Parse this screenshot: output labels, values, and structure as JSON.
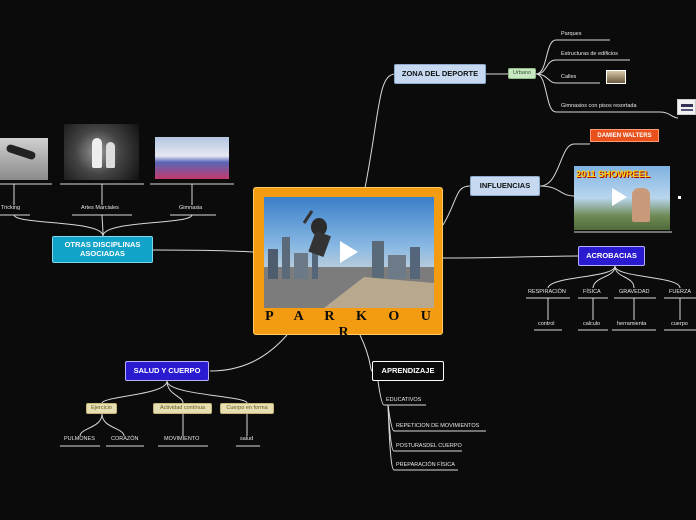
{
  "center": {
    "title": "P A R K O U R"
  },
  "zona": {
    "title": "ZONA DEL DEPORTE",
    "tag": "Urbano",
    "items": [
      "Parques",
      "Estructuras de edificios",
      "Calles",
      "Gimnasios con pisos resortada"
    ]
  },
  "influencias": {
    "title": "INFLUENCIAS",
    "name_tag": "DAMIEN WALTERS",
    "video_label": "2011 SHOWREEL"
  },
  "acrobacias": {
    "title": "ACROBACIAS",
    "columns": [
      {
        "top": "RESPIRACIÓN",
        "bottom": "control"
      },
      {
        "top": "FÍSICA",
        "bottom": "calculo"
      },
      {
        "top": "GRAVEDAD",
        "bottom": "herramienta"
      },
      {
        "top": "FUERZA",
        "bottom": "cuerpo"
      }
    ]
  },
  "aprendizaje": {
    "title": "APRENDIZAJE",
    "items": [
      "EDUCATIVOS",
      "REPETICION DE MOVIMIENTOS",
      "POSTURASDEL CUERPO",
      "PREPARACIÓN FÍSICA"
    ]
  },
  "salud": {
    "title": "SALUD Y CUERPO",
    "tags": [
      "Ejercicio",
      "Actividad contínua",
      "Cuerpo en forma"
    ],
    "leaves": [
      "PULMONES",
      "CORAZÓN",
      "MOVIMIENTO",
      "salud"
    ]
  },
  "otras": {
    "title": "OTRAS DISCIPLINAS ASOCIADAS",
    "items": [
      "Tricking",
      "Artes Marciales",
      "Gimnasia"
    ]
  },
  "colors": {
    "center": "#f39c12",
    "light_node": "#c6d9f1",
    "blue_node": "#2a1bd0",
    "cyan_node": "#12a3c8",
    "link": "#d9d9d9"
  }
}
